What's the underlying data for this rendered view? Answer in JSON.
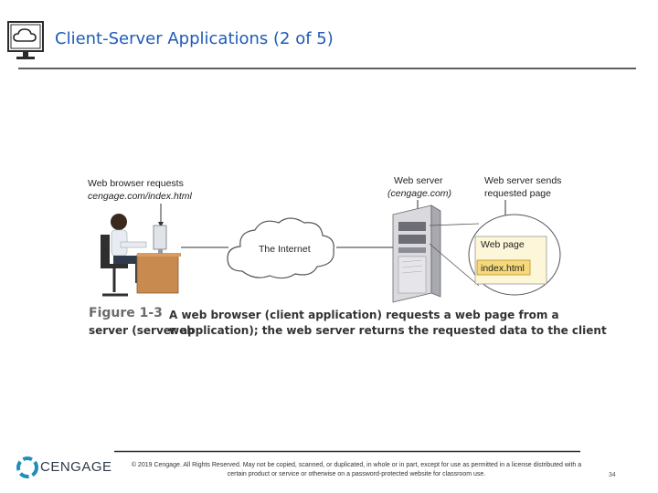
{
  "slide": {
    "title": "Client-Server Applications (2 of 5)",
    "page_number": "34"
  },
  "figure": {
    "label_browser_request_line1": "Web browser requests",
    "label_browser_request_line2": "cengage.com/index.html",
    "label_internet": "The Internet",
    "label_server_line1": "Web server",
    "label_server_line2": "(cengage.com)",
    "label_sends_line1": "Web server sends",
    "label_sends_line2": "requested page",
    "label_web_page": "Web page",
    "label_file": "index.html",
    "caption_number": "Figure 1-3",
    "caption_line1": "A web browser (client application) requests a web page from a web",
    "caption_line2": "server (server application); the web server returns the requested data to the client"
  },
  "footer": {
    "brand": "CENGAGE",
    "copyright": "© 2019 Cengage. All Rights Reserved. May not be copied, scanned, or duplicated, in whole or in part, except for use as permitted in a license distributed with a certain product or service or otherwise on a password-protected website for classroom use."
  },
  "colors": {
    "title": "#1f5bb5",
    "file_box": "#f5d97a",
    "web_page_box": "#fdf6d8",
    "desk": "#c88a4f",
    "server_body": "#cfcfd4"
  },
  "icons": [
    "cloud-monitor-icon",
    "cengage-logo-icon"
  ]
}
